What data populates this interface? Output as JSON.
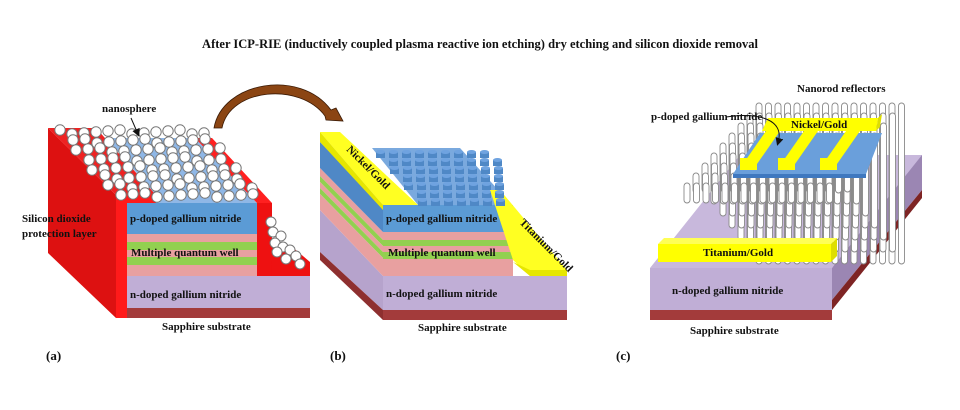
{
  "figure": {
    "title": "After ICP-RIE (inductively coupled plasma reactive ion etching) dry etching and silicon dioxide removal",
    "colors": {
      "silicon_dioxide": "#ee1111",
      "p_gan": "#5b9bd5",
      "mqw_pink": "#e8a0a0",
      "mqw_green": "#92d050",
      "n_gan": "#c0aed6",
      "sapphire": "#a33b3b",
      "metal": "#ffff00",
      "arrow": "#8b4513",
      "nanorod": "#ffffff"
    },
    "panels": [
      {
        "id": "a",
        "caption": "(a)",
        "labels": {
          "nanosphere": "nanosphere",
          "sio2_line1": "Silicon dioxide",
          "sio2_line2": "protection layer",
          "p_gan": "p-doped gallium nitride",
          "mqw": "Multiple quantum well",
          "n_gan": "n-doped gallium nitride",
          "substrate": "Sapphire substrate"
        }
      },
      {
        "id": "b",
        "caption": "(b)",
        "labels": {
          "nickel_gold": "Nickel/Gold",
          "titanium_gold": "Titanium/Gold",
          "p_gan": "p-doped gallium nitride",
          "mqw": "Multiple quantum well",
          "n_gan": "n-doped gallium nitride",
          "substrate": "Sapphire substrate"
        }
      },
      {
        "id": "c",
        "caption": "(c)",
        "labels": {
          "nanorod_reflectors": "Nanorod reflectors",
          "p_gan": "p-doped gallium nitride",
          "nickel_gold": "Nickel/Gold",
          "titanium_gold": "Titanium/Gold",
          "n_gan": "n-doped gallium nitride",
          "substrate": "Sapphire substrate"
        }
      }
    ]
  }
}
